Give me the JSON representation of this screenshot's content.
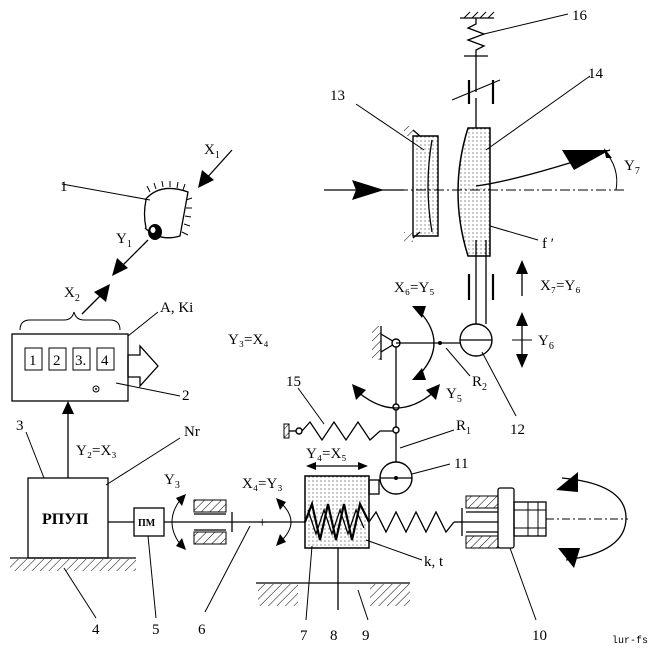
{
  "numbers": {
    "n1": "1",
    "n2": "2",
    "n3": "3",
    "n4": "4",
    "n5": "5",
    "n6": "6",
    "n7": "7",
    "n8": "8",
    "n9": "9",
    "n10": "10",
    "n11": "11",
    "n12": "12",
    "n13": "13",
    "n14": "14",
    "n15": "15",
    "n16": "16"
  },
  "signals": {
    "x1": "X",
    "x1_sub": "1",
    "y1": "Y",
    "y1_sub": "1",
    "x2": "X",
    "x2_sub": "2",
    "y2x3": "Y₂=X₃",
    "y3": "Y",
    "y3_sub": "3",
    "x4y3": "X₄=Y₃",
    "y3x4": "Y₃=X₄",
    "y4x5": "Y₄=X₅",
    "x6y5": "X₆=Y₅",
    "y5": "Y",
    "y5_sub": "5",
    "x7y6": "X₇=Y₆",
    "y6": "Y",
    "y6_sub": "6",
    "y7": "Y",
    "y7_sub": "7",
    "r1": "R",
    "r1_sub": "1",
    "r2": "R",
    "r2_sub": "2"
  },
  "labels": {
    "a_ki": "A, Ki",
    "nr": "Nr",
    "rpup": "РПУП",
    "pm": "ПМ",
    "kt": "k, t",
    "f_prime": "f ′",
    "signature": "lur-fs"
  },
  "display_digits": [
    "1",
    "2",
    "3.",
    "4"
  ]
}
